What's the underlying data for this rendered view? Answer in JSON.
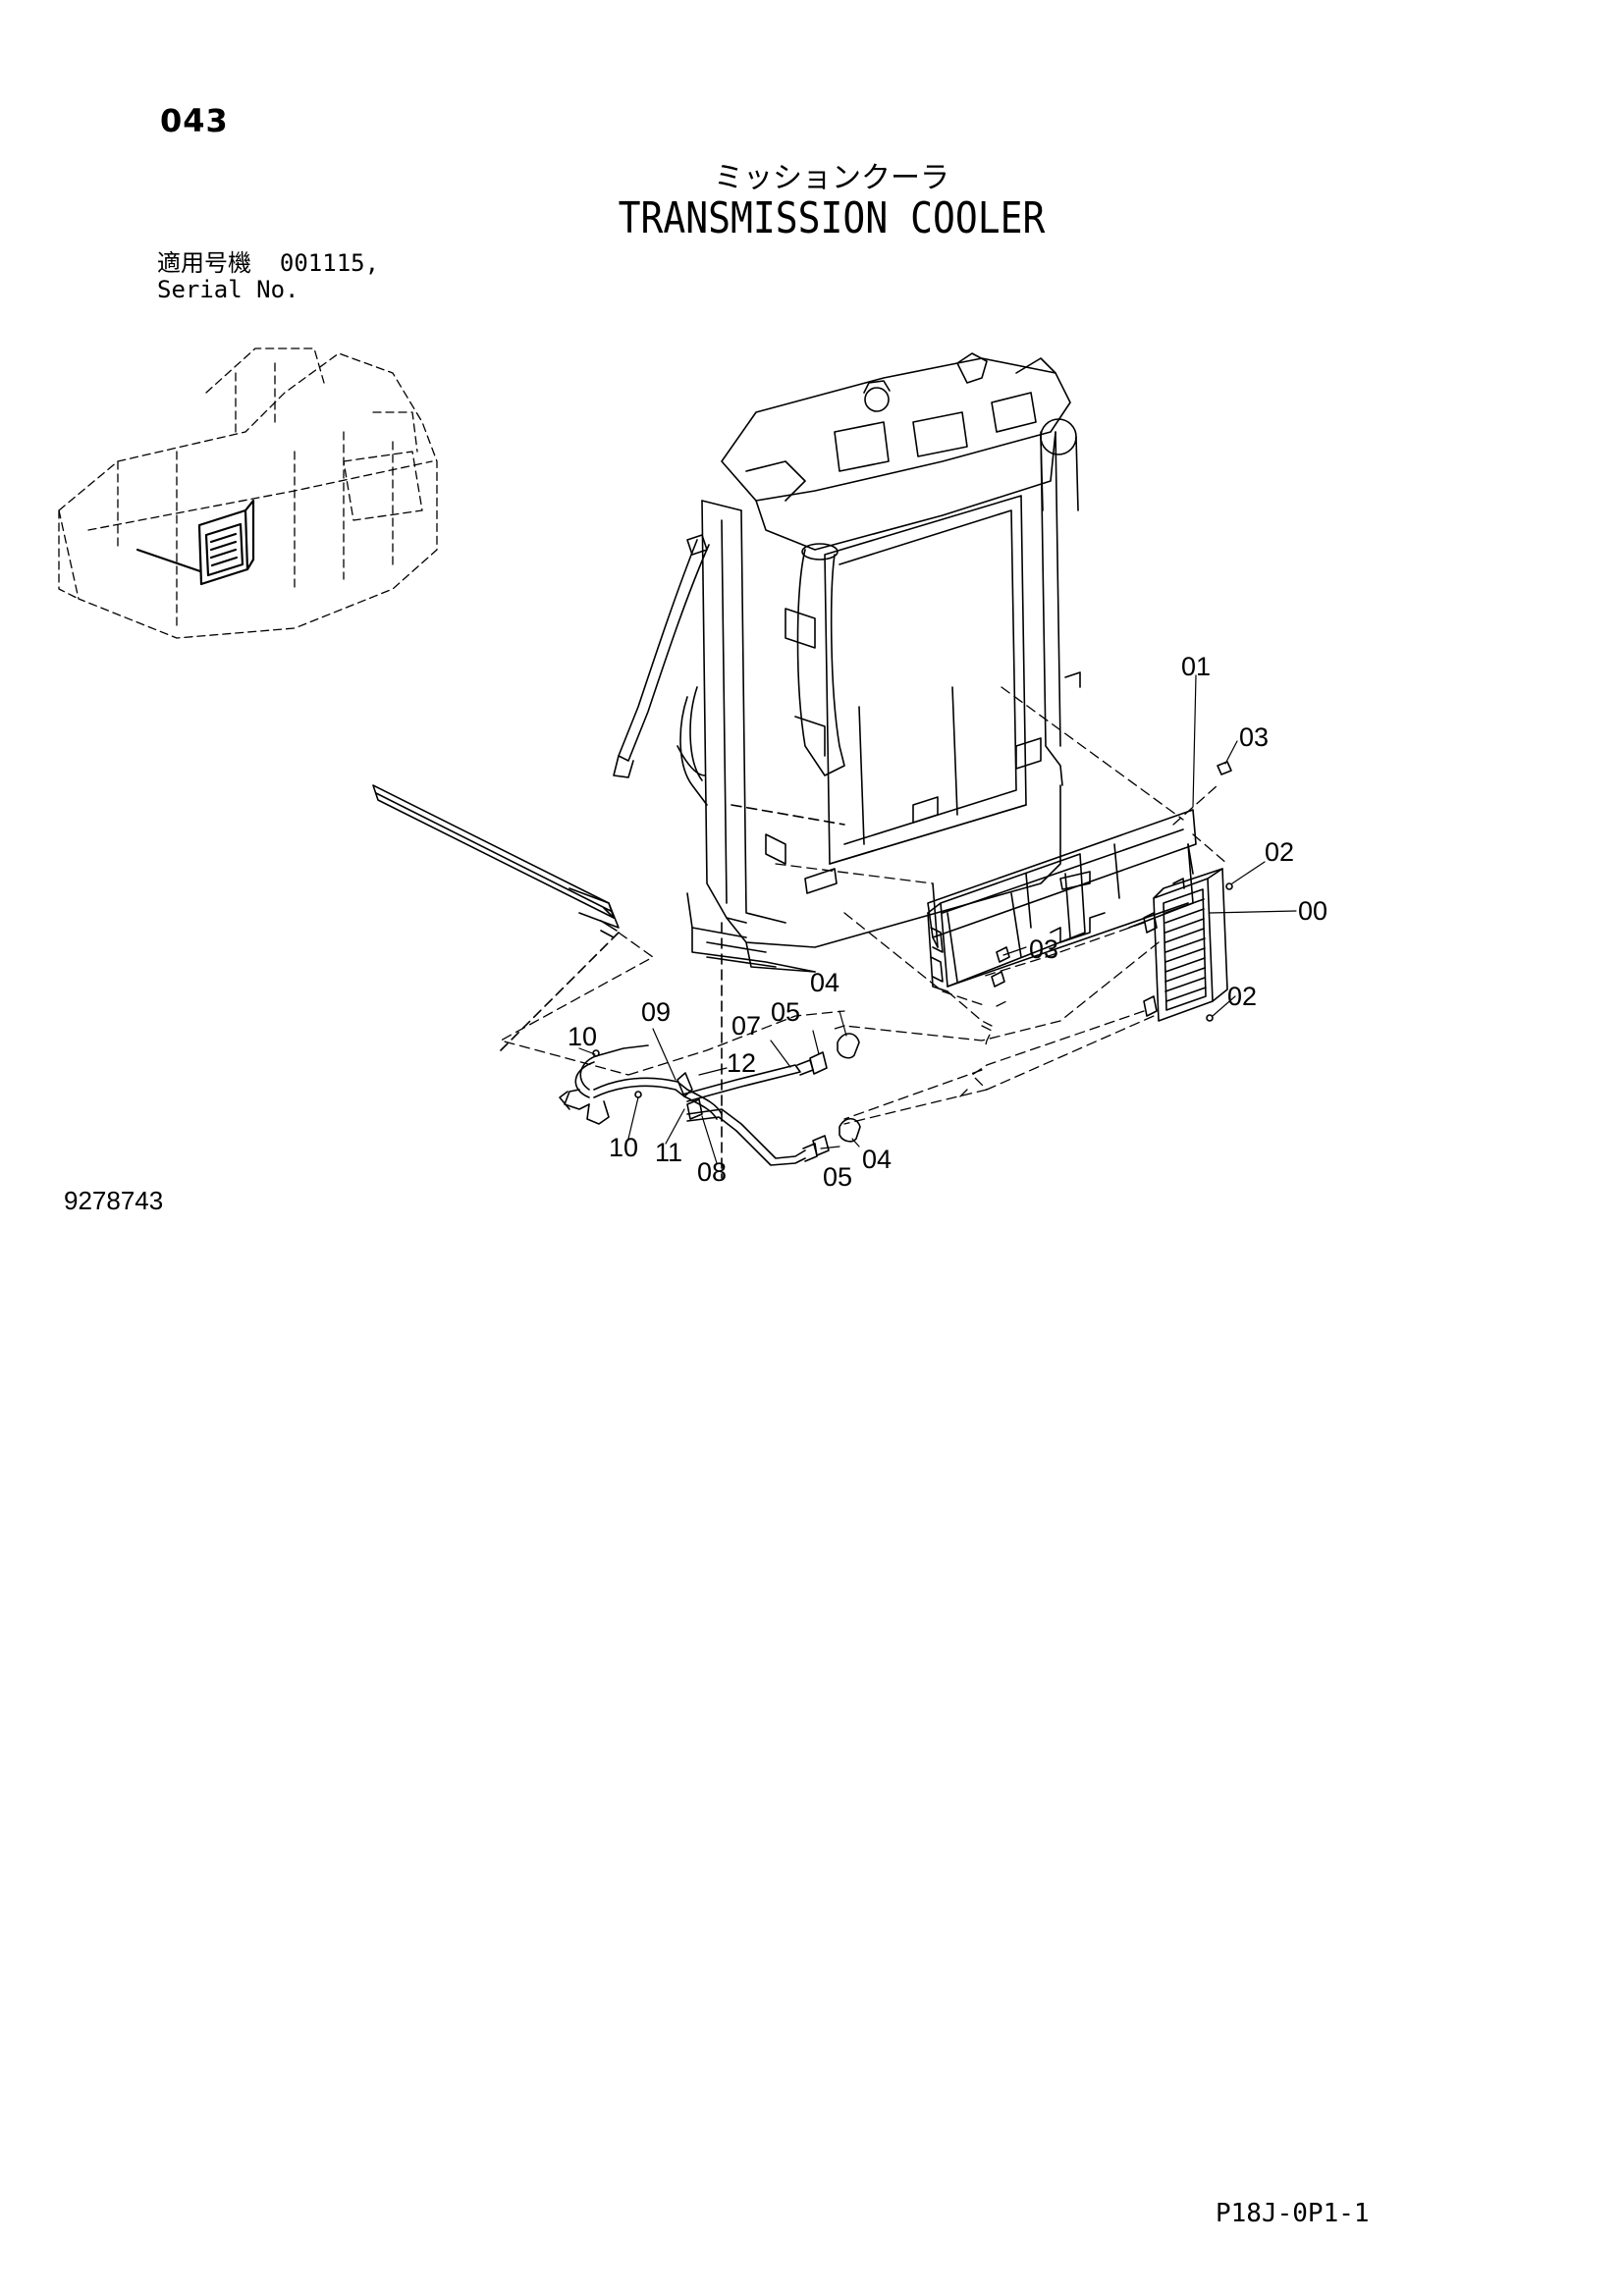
{
  "header": {
    "page_number": "043",
    "title_jp": "ミッションクーラ",
    "title_en": "TRANSMISSION COOLER"
  },
  "serial": {
    "label_jp": "適用号機",
    "label_en": "Serial No.",
    "value": "001115,"
  },
  "footer": {
    "doc_number": "9278743",
    "page_code": "P18J-0P1-1"
  },
  "callouts": {
    "c00": "00",
    "c01": "01",
    "c02a": "02",
    "c02b": "02",
    "c03a": "03",
    "c03b": "03",
    "c04a": "04",
    "c04b": "04",
    "c05a": "05",
    "c05b": "05",
    "c07": "07",
    "c08": "08",
    "c09": "09",
    "c10a": "10",
    "c10b": "10",
    "c11": "11",
    "c12": "12"
  }
}
